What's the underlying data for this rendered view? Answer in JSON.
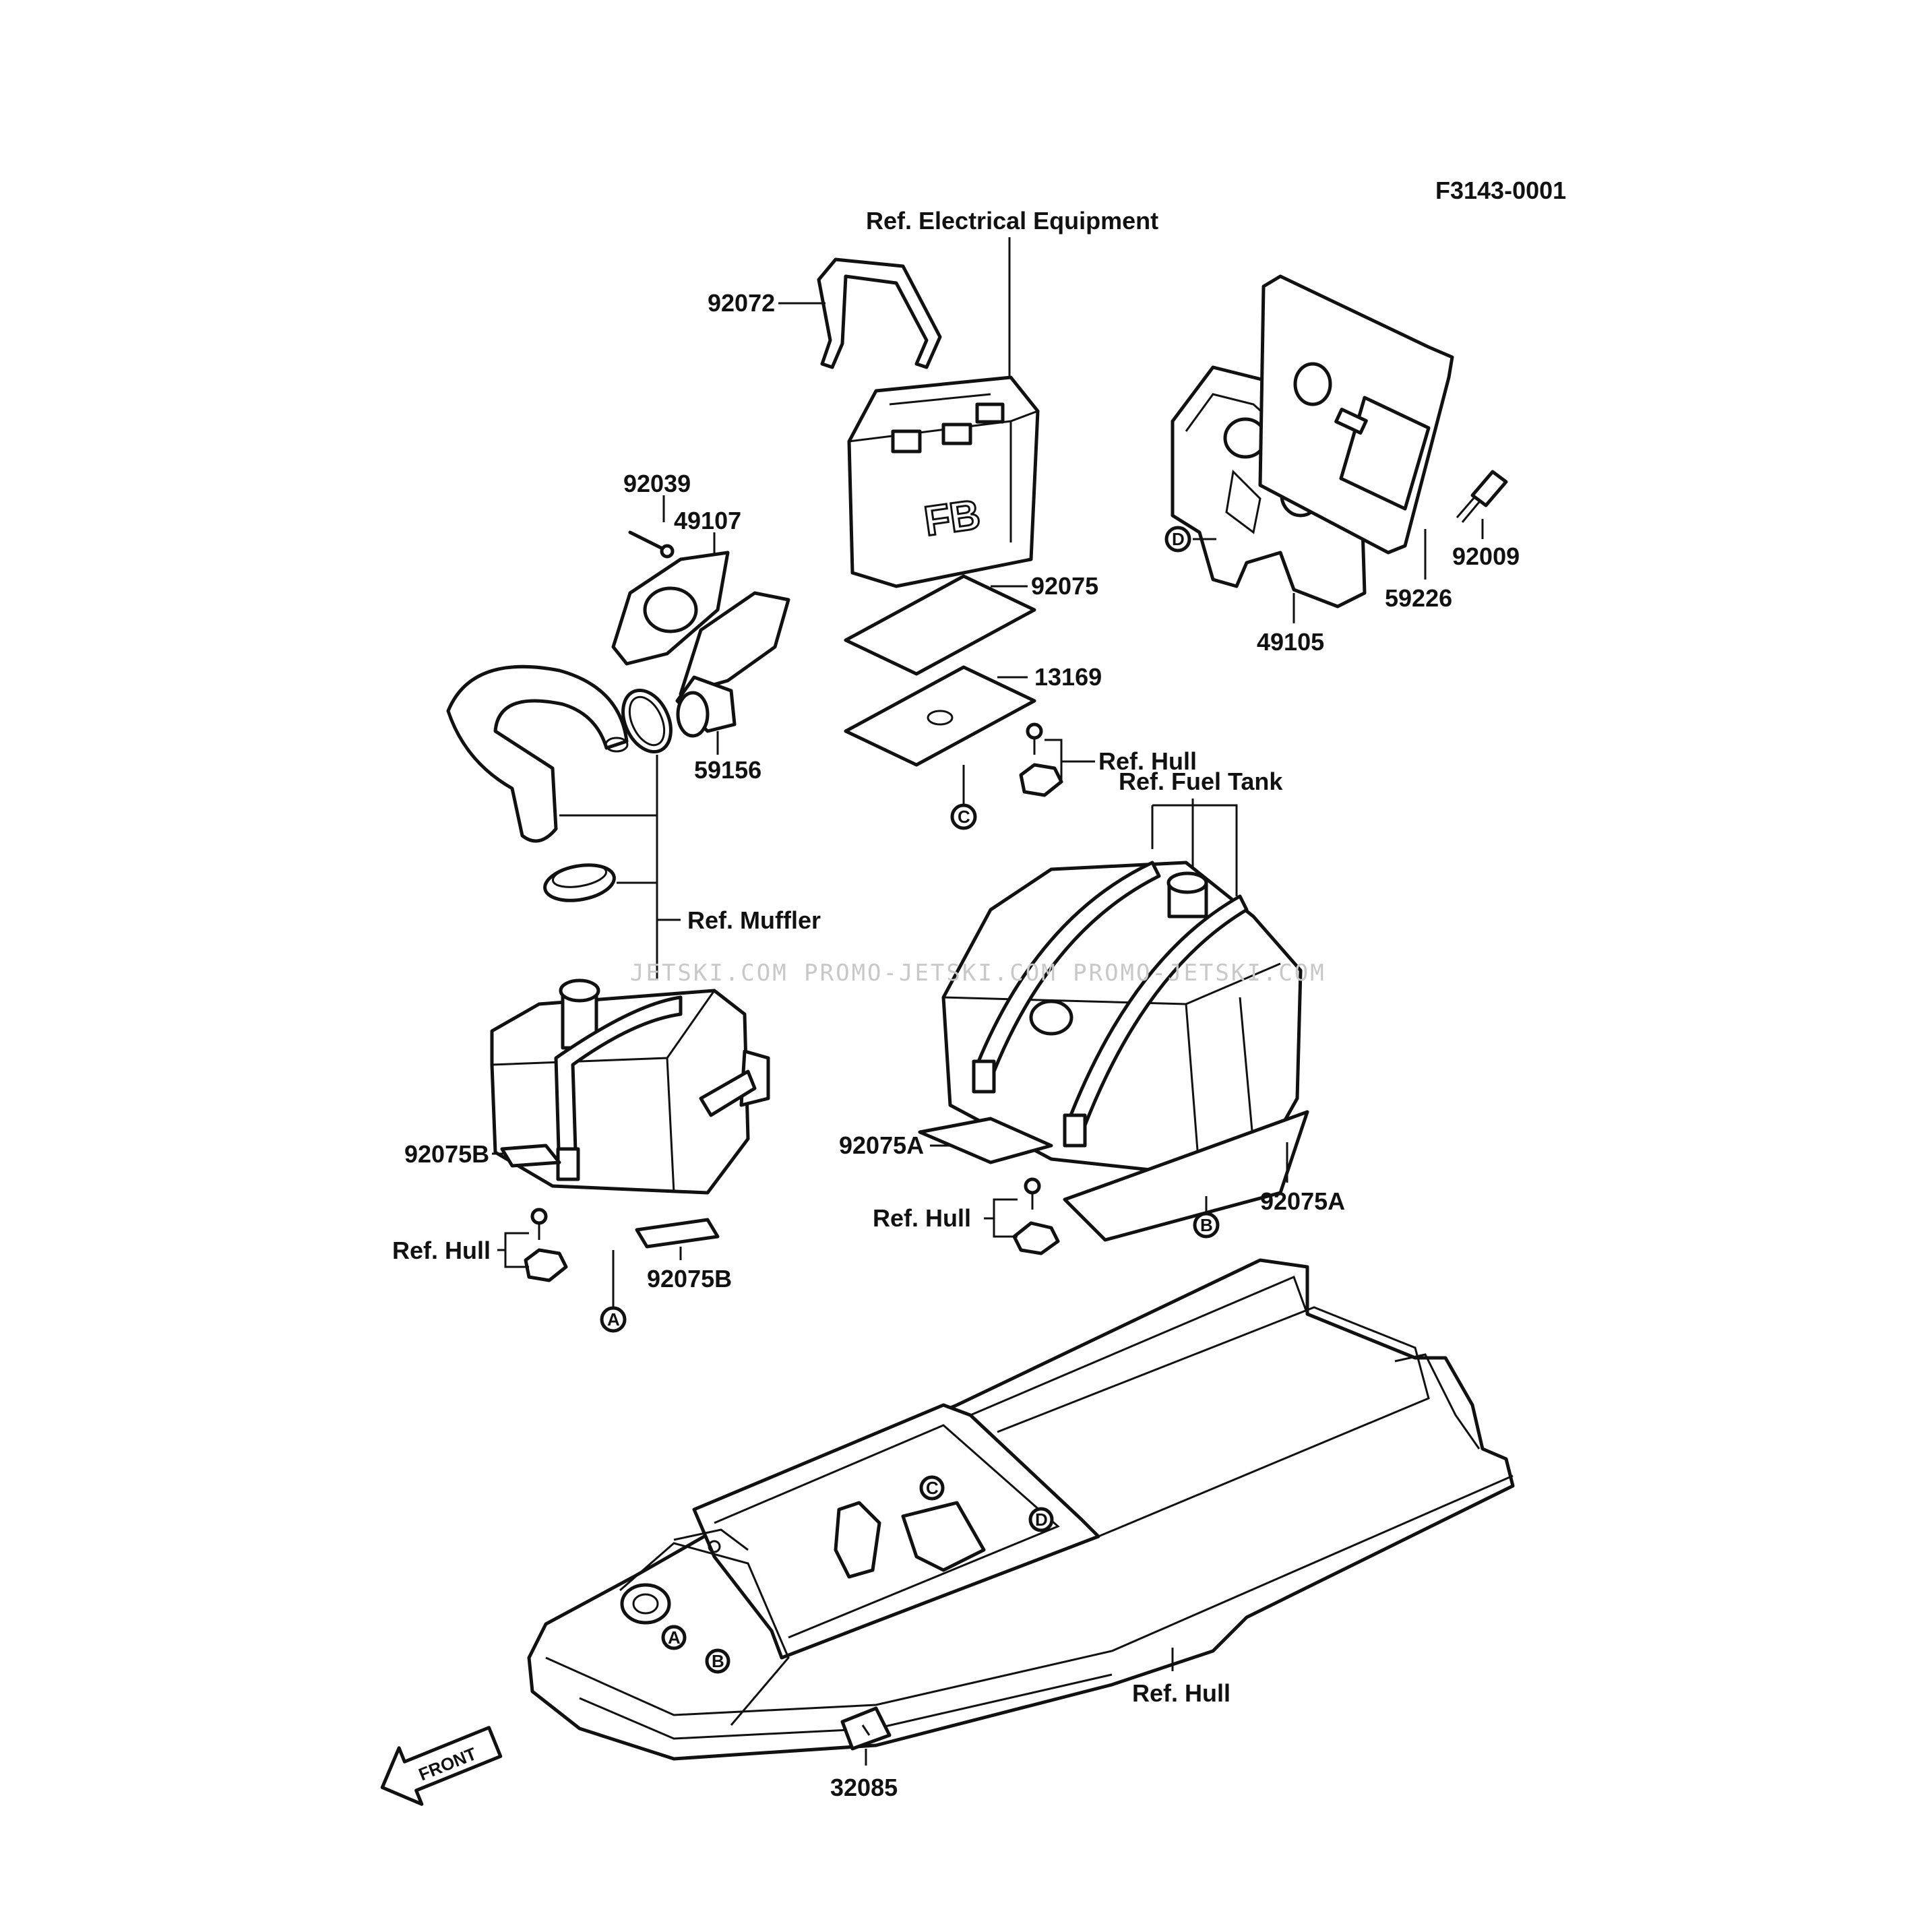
{
  "diagram_code": "F3143-0001",
  "watermark": "JETSKI.COM  PROMO-JETSKI.COM  PROMO-JETSKI.COM",
  "callouts": {
    "ref_electrical": "Ref. Electrical Equipment",
    "p92072": "92072",
    "p92039": "92039",
    "p49107": "49107",
    "p92075": "92075",
    "p13169": "13169",
    "p59156": "59156",
    "ref_hull_battery": "Ref. Hull",
    "ref_fuel_tank": "Ref. Fuel Tank",
    "ref_muffler": "Ref. Muffler",
    "p92009": "92009",
    "p59226": "59226",
    "p49105": "49105",
    "p92075B_left": "92075B",
    "p92075B_bottom": "92075B",
    "ref_hull_muffler": "Ref. Hull",
    "p92075A_left": "92075A",
    "p92075A_right": "92075A",
    "ref_hull_tank": "Ref. Hull",
    "ref_hull_main": "Ref. Hull",
    "p32085": "32085"
  },
  "battery_label": "FB",
  "front_arrow": "FRONT",
  "markers": {
    "A": "A",
    "B": "B",
    "C": "C",
    "D": "D"
  }
}
